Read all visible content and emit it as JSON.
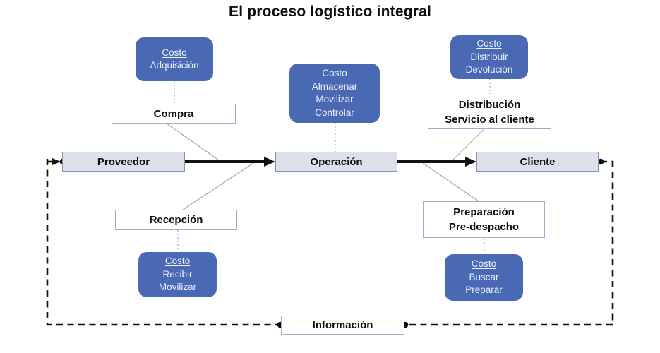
{
  "title": "El proceso logístico integral",
  "colors": {
    "cost_box_fill": "#4A69B4",
    "cost_box_text": "#E9EFFB",
    "entity_fill": "#DBE0EB",
    "entity_border": "#8494B4",
    "process_fill": "#FFFFFF",
    "process_border": "#9DAFCC",
    "flow_arrow": "#111111",
    "feedback_dash": "#111111",
    "connector_gray": "#A6A6A6"
  },
  "entities": {
    "proveedor": {
      "label": "Proveedor"
    },
    "operacion": {
      "label": "Operación"
    },
    "cliente": {
      "label": "Cliente"
    }
  },
  "processes": {
    "compra": {
      "line1": "Compra"
    },
    "distribucion": {
      "line1": "Distribución",
      "line2": "Servicio al cliente"
    },
    "recepcion": {
      "line1": "Recepción"
    },
    "preparacion": {
      "line1": "Preparación",
      "line2": "Pre-despacho"
    },
    "informacion": {
      "line1": "Información"
    }
  },
  "cost_boxes": {
    "adquisicion": {
      "title": "Costo",
      "line1": "Adquisición"
    },
    "almacenar": {
      "title": "Costo",
      "line1": "Almacenar",
      "line2": "Movilizar",
      "line3": "Controlar"
    },
    "distribuir": {
      "title": "Costo",
      "line1": "Distribuir",
      "line2": "Devolución"
    },
    "recibir": {
      "title": "Costo",
      "line1": "Recibir",
      "line2": "Movilizar"
    },
    "buscar": {
      "title": "Costo",
      "line1": "Buscar",
      "line2": "Preparar"
    }
  }
}
